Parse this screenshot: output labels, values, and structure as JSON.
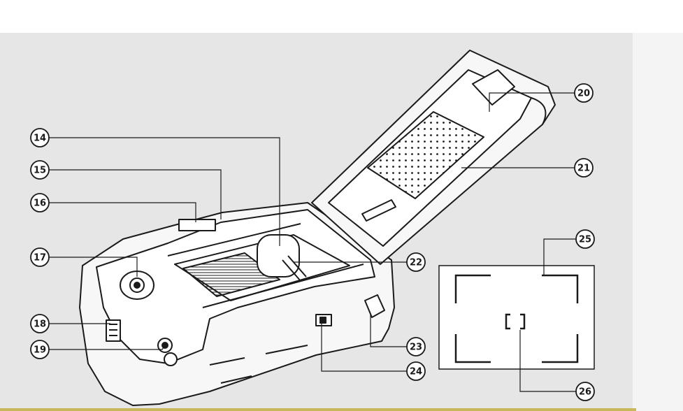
{
  "labels": {
    "l14": "14",
    "l15": "15",
    "l16": "16",
    "l17": "17",
    "l18": "18",
    "l19": "19",
    "l20": "20",
    "l21": "21",
    "l22": "22",
    "l23": "23",
    "l24": "24",
    "l25": "25",
    "l26": "26"
  },
  "colors": {
    "ink": "#1a1a1a",
    "paper": "#ffffff",
    "scan_gray": "#e4e4e4"
  }
}
